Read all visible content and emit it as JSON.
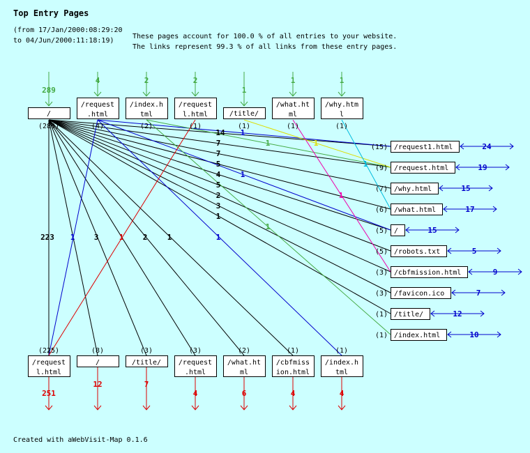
{
  "header": {
    "title": "Top Entry Pages",
    "range_line1": "(from 17/Jan/2000:08:29:20",
    "range_line2": "to 04/Jun/2000:11:18:19)",
    "summary_line1": "These pages account for 100.0 % of all entries to your website.",
    "summary_line2": "The links represent 99.3 % of all links from these entry pages."
  },
  "colors": {
    "background": "#ccffff",
    "entry_arrow": "#44aa44",
    "exit_arrow": "#dd0000",
    "right_arrow": "#0000cc"
  },
  "entry_pages": [
    {
      "lines": [
        "/"
      ],
      "entries": 289,
      "count": "(289)"
    },
    {
      "lines": [
        "/request",
        ".html"
      ],
      "entries": 4,
      "count": "(4)"
    },
    {
      "lines": [
        "/index.h",
        "tml"
      ],
      "entries": 2,
      "count": "(2)"
    },
    {
      "lines": [
        "/request",
        "l.html"
      ],
      "entries": 2,
      "count": "(1)"
    },
    {
      "lines": [
        "/title/"
      ],
      "entries": 1,
      "count": "(1)"
    },
    {
      "lines": [
        "/what.ht",
        "ml"
      ],
      "entries": 1,
      "count": "(1)"
    },
    {
      "lines": [
        "/why.htm",
        "l"
      ],
      "entries": 1,
      "count": "(1)"
    }
  ],
  "right_pages": [
    {
      "label": "/request1.html",
      "count": "(15)",
      "value": 24
    },
    {
      "label": "/request.html",
      "count": "(9)",
      "value": 19
    },
    {
      "label": "/why.html",
      "count": "(7)",
      "value": 15
    },
    {
      "label": "/what.html",
      "count": "(6)",
      "value": 17
    },
    {
      "label": "/",
      "count": "(5)",
      "value": 15
    },
    {
      "label": "/robots.txt",
      "count": "(5)",
      "value": 5
    },
    {
      "label": "/cbfmission.html",
      "count": "(3)",
      "value": 9
    },
    {
      "label": "/favicon.ico",
      "count": "(3)",
      "value": 7
    },
    {
      "label": "/title/",
      "count": "(1)",
      "value": 12
    },
    {
      "label": "/index.html",
      "count": "(1)",
      "value": 10
    }
  ],
  "bottom_pages": [
    {
      "lines": [
        "/request",
        "l.html"
      ],
      "count": "(225)",
      "exits": 251
    },
    {
      "lines": [
        "/"
      ],
      "count": "(8)",
      "exits": 12
    },
    {
      "lines": [
        "/title/"
      ],
      "count": "(3)",
      "exits": 7
    },
    {
      "lines": [
        "/request",
        ".html"
      ],
      "count": "(3)",
      "exits": 4
    },
    {
      "lines": [
        "/what.ht",
        "ml"
      ],
      "count": "(2)",
      "exits": 6
    },
    {
      "lines": [
        "/cbfmiss",
        "ion.html"
      ],
      "count": "(1)",
      "exits": 4
    },
    {
      "lines": [
        "/index.h",
        "tml"
      ],
      "count": "(1)",
      "exits": 4
    }
  ],
  "links": [
    {
      "from": 0,
      "to": "r0",
      "value": 14,
      "color": "#000000"
    },
    {
      "from": 0,
      "to": "r1",
      "value": 7,
      "color": "#000000"
    },
    {
      "from": 0,
      "to": "r2",
      "value": 7,
      "color": "#000000"
    },
    {
      "from": 0,
      "to": "r3",
      "value": 5,
      "color": "#000000"
    },
    {
      "from": 0,
      "to": "r4",
      "value": 4,
      "color": "#000000"
    },
    {
      "from": 0,
      "to": "r5",
      "value": 5,
      "color": "#000000"
    },
    {
      "from": 0,
      "to": "r6",
      "value": 2,
      "color": "#000000"
    },
    {
      "from": 0,
      "to": "r7",
      "value": 3,
      "color": "#000000"
    },
    {
      "from": 0,
      "to": "r8",
      "value": 1,
      "color": "#000000"
    },
    {
      "from": 0,
      "to": "b0",
      "value": 223,
      "color": "#000000"
    },
    {
      "from": 0,
      "to": "b1",
      "value": 3,
      "color": "#000000"
    },
    {
      "from": 0,
      "to": "b2",
      "value": 2,
      "color": "#000000"
    },
    {
      "from": 0,
      "to": "b3",
      "value": 1,
      "color": "#000000"
    },
    {
      "from": 0,
      "to": "b4",
      "value": 1,
      "color": "#000000"
    },
    {
      "from": 0,
      "to": "b5",
      "value": 1,
      "color": "#000000"
    },
    {
      "from": 1,
      "to": "r0",
      "value": 1,
      "color": "#0000cc"
    },
    {
      "from": 1,
      "to": "r4",
      "value": 1,
      "color": "#0000cc"
    },
    {
      "from": 1,
      "to": "b0",
      "value": 1,
      "color": "#0000cc"
    },
    {
      "from": 1,
      "to": "b6",
      "value": 1,
      "color": "#0000cc"
    },
    {
      "from": 2,
      "to": "r1",
      "value": 1,
      "color": "#44aa44"
    },
    {
      "from": 2,
      "to": "r9",
      "value": 1,
      "color": "#44aa44"
    },
    {
      "from": 3,
      "to": "b0",
      "value": 1,
      "color": "#dd0000"
    },
    {
      "from": 4,
      "to": "r1",
      "value": 1,
      "color": "#dddd00"
    },
    {
      "from": 5,
      "to": "r6",
      "value": 1,
      "color": "#ee00aa"
    },
    {
      "from": 6,
      "to": "r3",
      "value": 1,
      "color": "#00bbdd"
    }
  ],
  "footer": "Created with aWebVisit-Map 0.1.6"
}
